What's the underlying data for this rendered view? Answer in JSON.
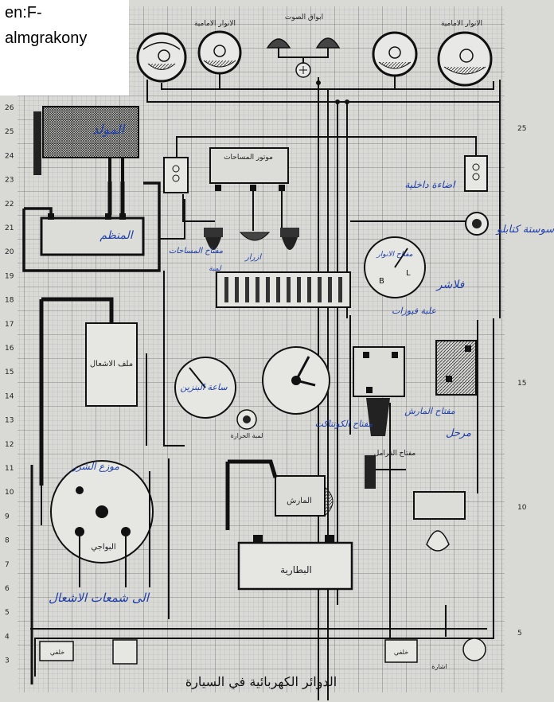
{
  "tag": {
    "line1": "en:F-",
    "line2": "almgrakony"
  },
  "title": "الدوائر الكهربائية في السيارة",
  "grid_numbers_left": [
    "26",
    "25",
    "24",
    "23",
    "22",
    "21",
    "20",
    "19",
    "18",
    "17",
    "16",
    "15",
    "14",
    "13",
    "12",
    "11",
    "10",
    "9",
    "8",
    "7",
    "6",
    "5",
    "4",
    "3"
  ],
  "grid_numbers_right": [
    "25",
    "15",
    "10",
    "5"
  ],
  "labels": {
    "head_left": "الانوار الامامية",
    "horns": "ابواق الصوت",
    "head_right": "الانوار الامامية",
    "alternator": "المولد",
    "regulator": "المنظم",
    "wiper_motor": "موتور المساحات",
    "wiper_switch": "مفتاح المساحات",
    "horn_buttons": "ازرار",
    "high_beam_warning": "لمبة",
    "courtesy_light": "اضاءة داخلية",
    "light_switch": "مفتاح الانوار",
    "flasher": "فلاشر",
    "fuse_box": "علبة فيوزات",
    "coil": "ملف الاشعال",
    "fuel_gauge": "ساعة البنزين",
    "temp_light": "لمبة الحرارة",
    "ignition_switch": "مفتاح الكونتاكت",
    "starter_switch": "مفتاح المارش",
    "relay": "مرحل",
    "brake_switch": "مفتاح الفرامل",
    "starter": "المارش",
    "battery": "البطارية",
    "distributor": "موزع الشرر",
    "spark_plugs": "البواجي",
    "to_plugs": "الى شمعات الاشعال",
    "tail_left": "خلفي",
    "tail_right": "خلفي",
    "side_note": "سوستة كتابلو",
    "signal": "اشارة"
  }
}
